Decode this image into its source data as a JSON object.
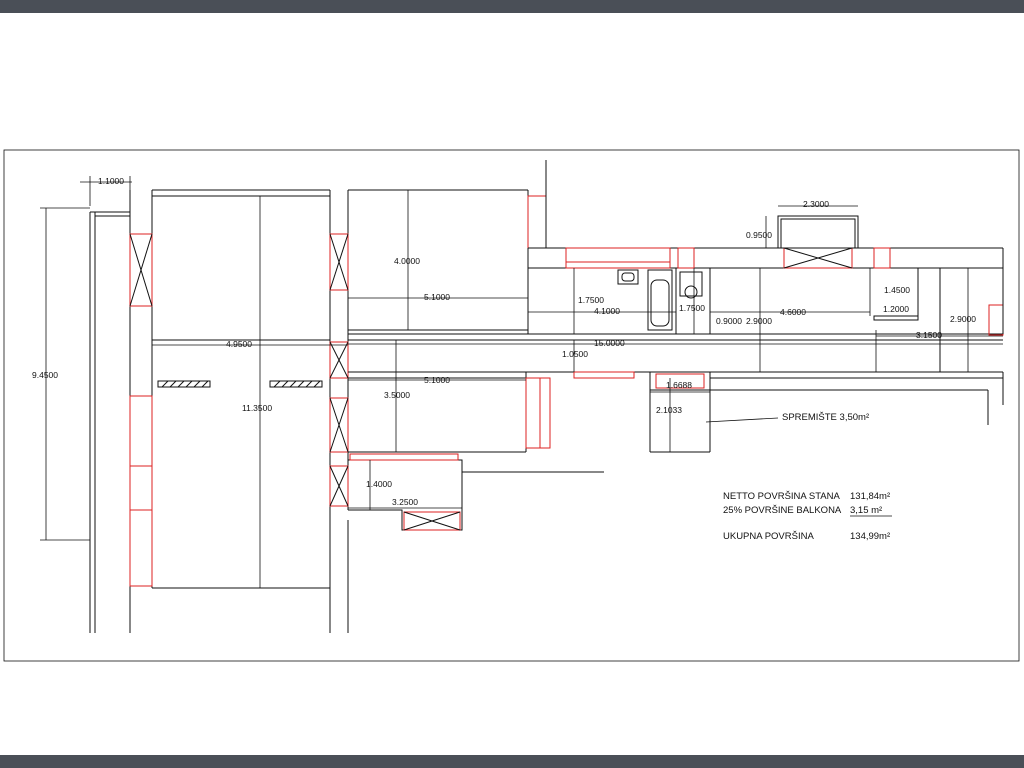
{
  "dimensions": {
    "d_1_1000": "1.1000",
    "d_9_4500": "9.4500",
    "d_4_9500": "4.9500",
    "d_11_3500": "11.3500",
    "d_4_0000": "4.0000",
    "d_5_1000_a": "5.1000",
    "d_1_7500_a": "1.7500",
    "d_4_1000": "4.1000",
    "d_1_7500_b": "1.7500",
    "d_0_9000": "0.9000",
    "d_2_9000_a": "2.9000",
    "d_4_6000": "4.6000",
    "d_2_3000": "2.3000",
    "d_0_9500": "0.9500",
    "d_1_4500": "1.4500",
    "d_1_2000": "1.2000",
    "d_2_9000_b": "2.9000",
    "d_3_1500": "3.1500",
    "d_15_0000": "15.0000",
    "d_1_0500": "1.0500",
    "d_5_1000_b": "5.1000",
    "d_3_5000": "3.5000",
    "d_1_6688": "1.6688",
    "d_2_1033": "2.1033",
    "d_1_4000": "1.4000",
    "d_3_2500": "3.2500"
  },
  "storage_label": "SPREMIŠTE 3,50m²",
  "areas": {
    "net_label": "NETTO POVRŠINA STANA",
    "net_value": "131,84m²",
    "balcony_label": "25% POVRŠINE BALKONA",
    "balcony_value": "3,15 m²",
    "total_label": "UKUPNA POVRŠINA",
    "total_value": "134,99m²"
  },
  "colors": {
    "bar": "#4a4f57",
    "wall": "#111111",
    "opening": "#dd2222"
  }
}
